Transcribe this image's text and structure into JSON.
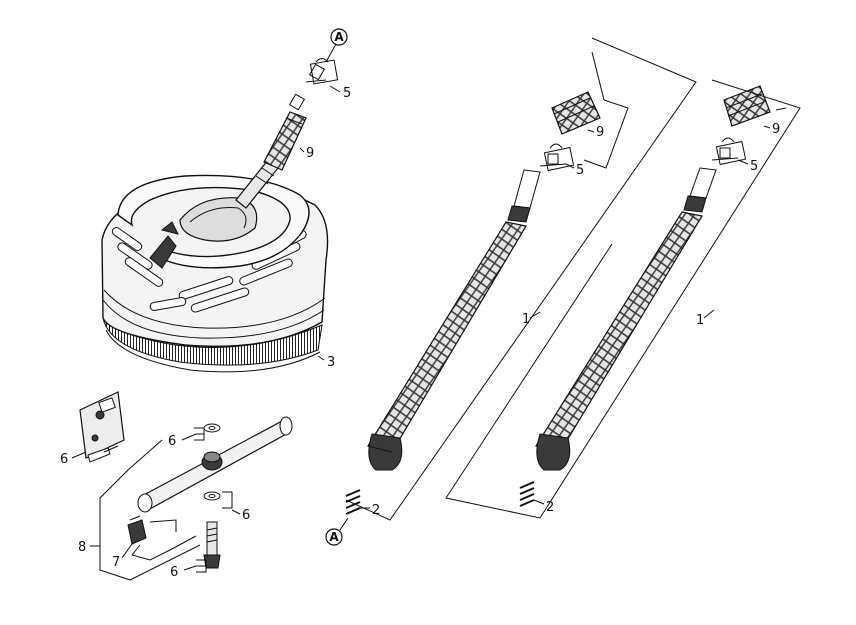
{
  "callouts": {
    "ref_a": "A",
    "n1": "1",
    "n2": "2",
    "n3": "3",
    "n5": "5",
    "n6": "6",
    "n7": "7",
    "n8": "8",
    "n9": "9"
  },
  "colors": {
    "line": "#111111",
    "fill_light": "#e6e6e6",
    "fill_dark": "#3a3a3a",
    "background": "#ffffff"
  }
}
